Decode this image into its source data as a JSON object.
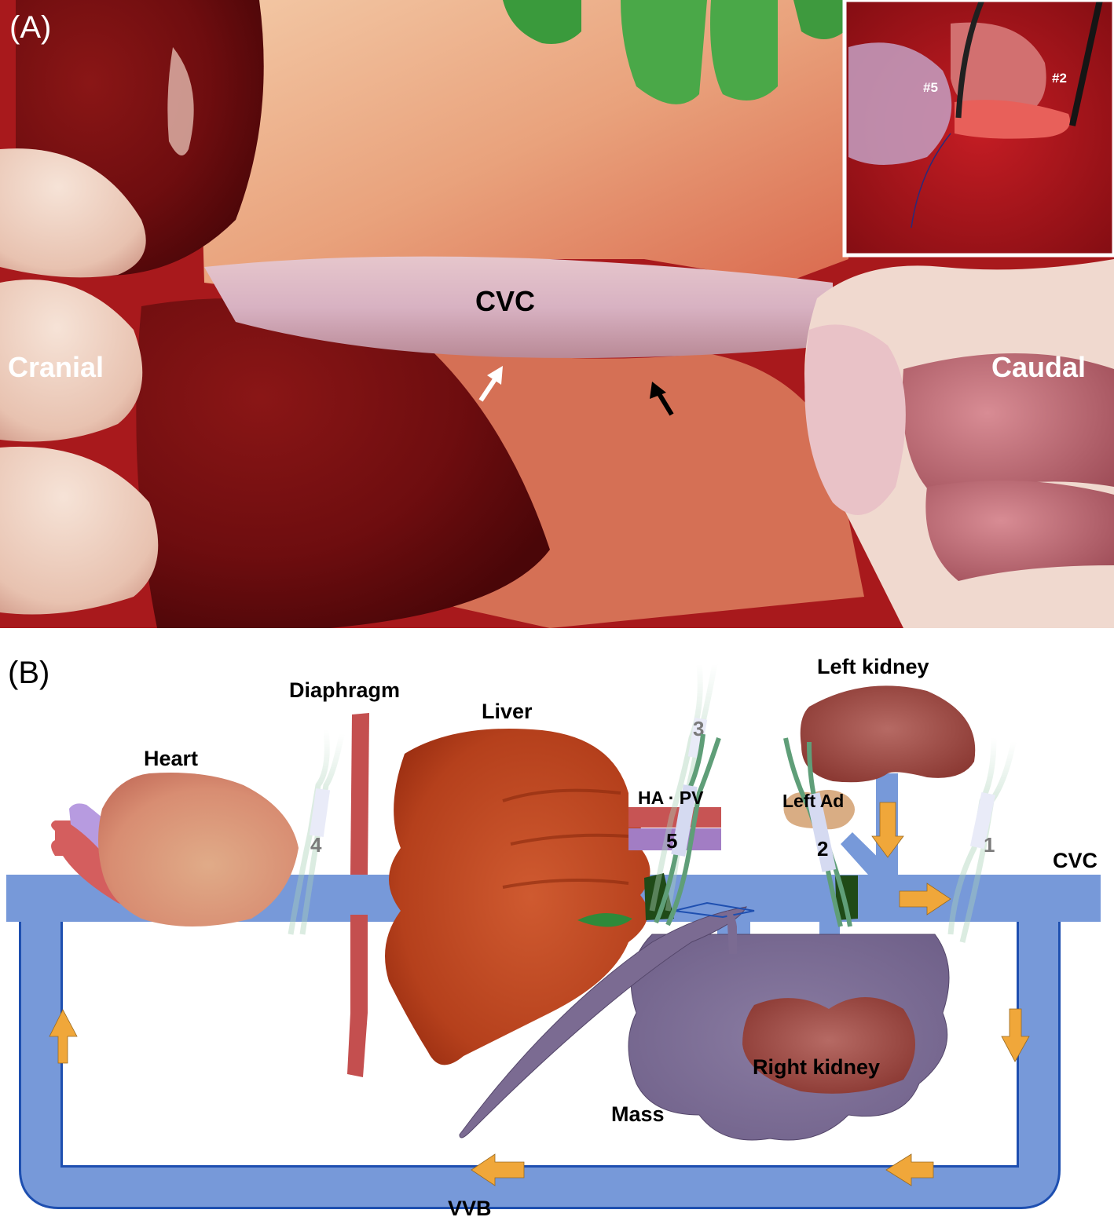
{
  "panel_a": {
    "letter": "(A)",
    "labels": {
      "cvc": "CVC",
      "cranial": "Cranial",
      "caudal": "Caudal"
    },
    "arrows": [
      {
        "name": "white-arrow",
        "color": "#ffffff"
      },
      {
        "name": "black-arrow",
        "color": "#000000"
      }
    ],
    "inset": {
      "labels": [
        "#5",
        "#2"
      ],
      "border_color": "#ffffff"
    }
  },
  "panel_b": {
    "letter": "(B)",
    "labels": {
      "heart": "Heart",
      "diaphragm": "Diaphragm",
      "liver": "Liver",
      "ha_pv": "HA · PV",
      "left_kidney": "Left kidney",
      "left_ad": "Left Ad",
      "cvc": "CVC",
      "right_kidney": "Right kidney",
      "mass": "Mass",
      "vvb": "VVB"
    },
    "clamps": [
      {
        "number": "1",
        "style": "faded"
      },
      {
        "number": "2",
        "style": "applied"
      },
      {
        "number": "3",
        "style": "faded"
      },
      {
        "number": "4",
        "style": "faded"
      },
      {
        "number": "5",
        "style": "applied"
      }
    ],
    "colors": {
      "vessel": "#7799d9",
      "vessel_outline": "#1e4fb0",
      "flow_arrow": "#f0a73a",
      "diaphragm": "#c44f4f",
      "liver": "#b5401c",
      "kidney": "#9a4440",
      "mass": "#7b6b92",
      "adrenal": "#d9ad84",
      "hepatic_artery": "#c75454",
      "portal_vein": "#a27dc4",
      "clamp_green": "#5f9e78",
      "ligature_dark_green": "#1f4a17"
    }
  }
}
